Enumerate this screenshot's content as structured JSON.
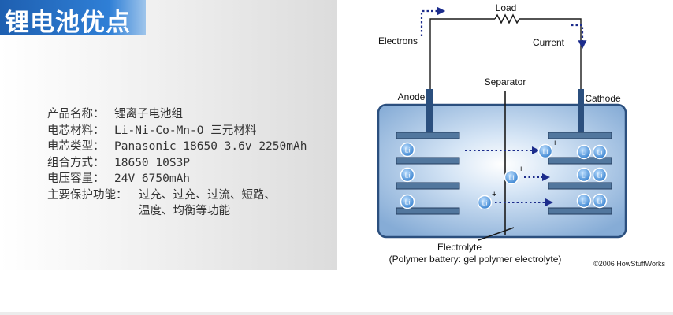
{
  "title": "锂电池优点",
  "specs": [
    {
      "key": "产品名称：",
      "value": "锂离子电池组"
    },
    {
      "key": "电芯材料：",
      "value": "Li-Ni-Co-Mn-O 三元材料"
    },
    {
      "key": "电芯类型：",
      "value": "Panasonic 18650 3.6v 2250mAh"
    },
    {
      "key": "组合方式：",
      "value": "18650 10S3P"
    },
    {
      "key": "电压容量：",
      "value": "24V   6750mAh"
    },
    {
      "key": "主要保护功能：",
      "value": "过充、过充、过流、短路、"
    },
    {
      "key": "",
      "value": "温度、均衡等功能"
    }
  ],
  "diagram": {
    "load": "Load",
    "electrons": "Electrons",
    "current": "Current",
    "separator": "Separator",
    "anode": "Anode",
    "cathode": "Cathode",
    "electrolyte": "Electrolyte",
    "electrolyte_note": "(Polymer battery: gel polymer electrolyte)",
    "copyright": "©2006 HowStuffWorks",
    "ion_label": "Li",
    "plus": "+"
  },
  "colors": {
    "title_bg": "#2f7fd6",
    "cell_fill": "#8fb4dc",
    "cell_border": "#2b4f7e",
    "arrow": "#1c2c8c",
    "ion": "#3b8ad8"
  }
}
